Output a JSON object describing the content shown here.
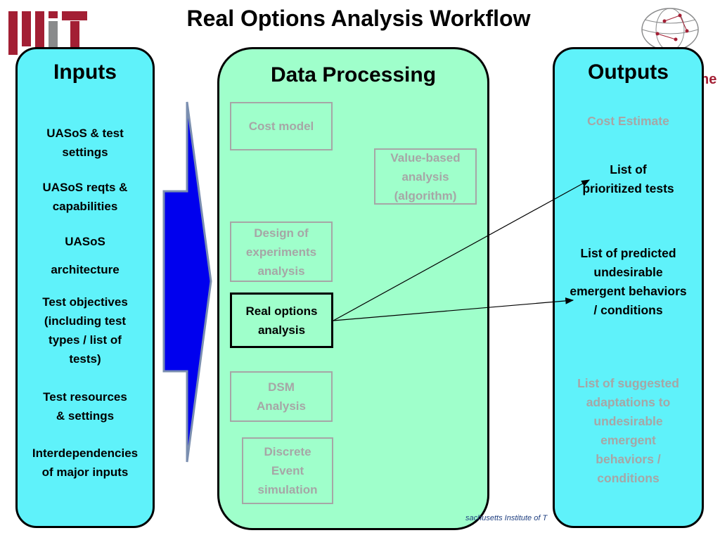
{
  "title": "Real Options Analysis Workflow",
  "colors": {
    "panel_cyan": "#5ff2fa",
    "panel_green": "#9fffcb",
    "arrow_blue": "#0000ee",
    "brand_red": "#a31f34",
    "muted_gray": "#a6a6a6"
  },
  "logo": {
    "icon": "mit-logo"
  },
  "globe": {
    "icon": "globe-logo"
  },
  "cut_text": "he",
  "inputs": {
    "heading": "Inputs",
    "items": [
      {
        "lines": [
          "UASoS  & test",
          "settings"
        ]
      },
      {
        "lines": [
          "UASoS  reqts &",
          "capabilities"
        ]
      },
      {
        "lines": [
          "UASoS"
        ]
      },
      {
        "lines": [
          "architecture"
        ]
      },
      {
        "lines": [
          "Test objectives",
          "(including test",
          "types / list of",
          "tests)"
        ]
      },
      {
        "lines": [
          "Test resources",
          "& settings"
        ]
      },
      {
        "lines": [
          "Interdependencies",
          "of major inputs"
        ]
      }
    ]
  },
  "processing": {
    "heading": "Data Processing",
    "boxes": [
      {
        "lines": [
          "Cost model"
        ],
        "active": false
      },
      {
        "lines": [
          "Value-based",
          "analysis",
          "(algorithm)"
        ],
        "active": false
      },
      {
        "lines": [
          "Design of",
          "experiments",
          "analysis"
        ],
        "active": false
      },
      {
        "lines": [
          "Real options",
          "analysis"
        ],
        "active": true
      },
      {
        "lines": [
          "DSM",
          "Analysis"
        ],
        "active": false
      },
      {
        "lines": [
          "Discrete",
          "Event",
          "simulation"
        ],
        "active": false
      }
    ]
  },
  "outputs": {
    "heading": "Outputs",
    "items": [
      {
        "lines": [
          "Cost Estimate"
        ],
        "active": false
      },
      {
        "lines": [
          "List of",
          "prioritized tests"
        ],
        "active": true
      },
      {
        "lines": [
          "List of predicted",
          "undesirable",
          "emergent behaviors",
          "/ conditions"
        ],
        "active": true
      },
      {
        "lines": [
          "List of suggested",
          "adaptations to",
          "undesirable",
          "emergent",
          "behaviors /",
          "conditions"
        ],
        "active": false
      }
    ]
  },
  "footer": "sachusetts Institute of T"
}
